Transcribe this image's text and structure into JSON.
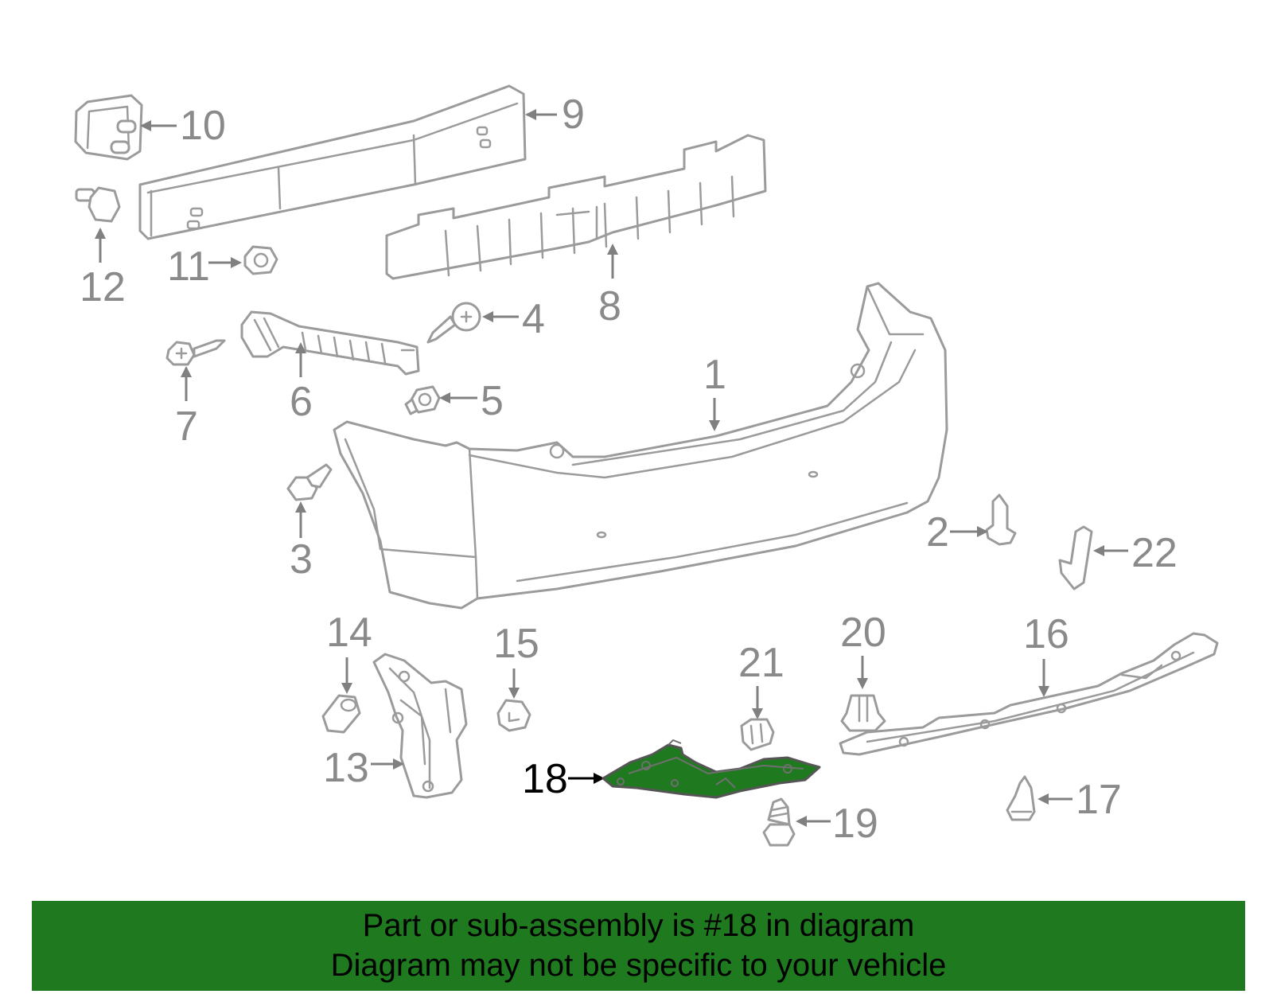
{
  "diagram": {
    "highlight_color": "#1f7a1f",
    "part_outline_color": "#9b9b9b",
    "highlighted_part": "18",
    "callouts": {
      "p1": "1",
      "p2": "2",
      "p3": "3",
      "p4": "4",
      "p5": "5",
      "p6": "6",
      "p7": "7",
      "p8": "8",
      "p9": "9",
      "p10": "10",
      "p11": "11",
      "p12": "12",
      "p13": "13",
      "p14": "14",
      "p15": "15",
      "p16": "16",
      "p17": "17",
      "p18": "18",
      "p19": "19",
      "p20": "20",
      "p21": "21",
      "p22": "22"
    }
  },
  "banner": {
    "line1": "Part or sub-assembly is #18 in diagram",
    "line2": "Diagram may not be specific to your vehicle"
  }
}
